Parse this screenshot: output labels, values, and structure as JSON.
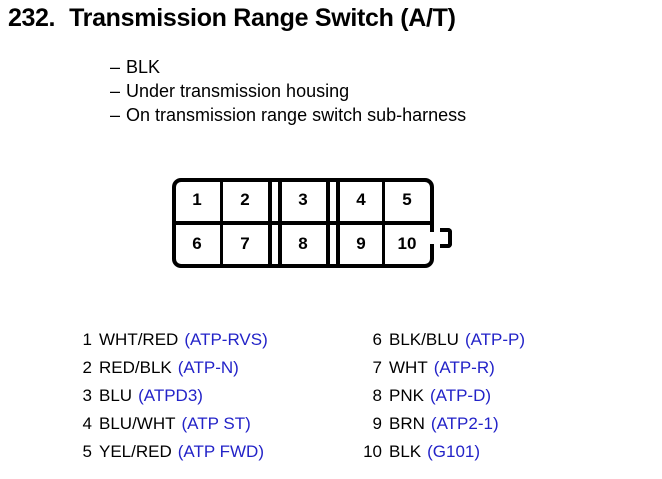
{
  "header": {
    "number": "232.",
    "title": "Transmission Range Switch (A/T)"
  },
  "notes": [
    "BLK",
    "Under transmission housing",
    "On transmission range switch sub-harness"
  ],
  "connector": {
    "top_row": [
      "1",
      "2",
      "3",
      "4",
      "5"
    ],
    "bottom_row": [
      "6",
      "7",
      "8",
      "9",
      "10"
    ]
  },
  "pins_left": [
    {
      "num": "1",
      "wire": "WHT/RED",
      "code": "(ATP-RVS)"
    },
    {
      "num": "2",
      "wire": "RED/BLK",
      "code": "(ATP-N)"
    },
    {
      "num": "3",
      "wire": "BLU",
      "code": "(ATPD3)"
    },
    {
      "num": "4",
      "wire": "BLU/WHT",
      "code": "(ATP ST)"
    },
    {
      "num": "5",
      "wire": "YEL/RED",
      "code": "(ATP FWD)"
    }
  ],
  "pins_right": [
    {
      "num": "6",
      "wire": "BLK/BLU",
      "code": "(ATP-P)"
    },
    {
      "num": "7",
      "wire": "WHT",
      "code": "(ATP-R)"
    },
    {
      "num": "8",
      "wire": "PNK",
      "code": "(ATP-D)"
    },
    {
      "num": "9",
      "wire": "BRN",
      "code": "(ATP2-1)"
    },
    {
      "num": "10",
      "wire": "BLK",
      "code": "(G101)"
    }
  ],
  "colors": {
    "code_blue": "#2323c8",
    "ink": "#000000",
    "background": "#ffffff"
  }
}
